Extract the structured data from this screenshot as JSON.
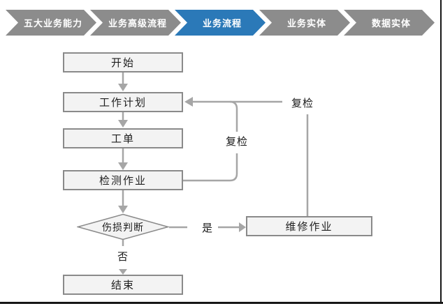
{
  "breadcrumb": {
    "active_color": "#2b79b8",
    "inactive_color": "#8c8c8c",
    "items": [
      {
        "label": "五大业务能力",
        "active": false
      },
      {
        "label": "业务高级流程",
        "active": false
      },
      {
        "label": "业务流程",
        "active": true
      },
      {
        "label": "业务实体",
        "active": false
      },
      {
        "label": "数据实体",
        "active": false
      }
    ]
  },
  "flowchart": {
    "nodes": [
      {
        "id": "start",
        "label": "开始",
        "type": "process"
      },
      {
        "id": "plan",
        "label": "工作计划",
        "type": "process"
      },
      {
        "id": "order",
        "label": "工单",
        "type": "process"
      },
      {
        "id": "inspect",
        "label": "检测作业",
        "type": "process"
      },
      {
        "id": "judge",
        "label": "伤损判断",
        "type": "decision"
      },
      {
        "id": "repair",
        "label": "维修作业",
        "type": "process"
      },
      {
        "id": "end",
        "label": "结束",
        "type": "process"
      }
    ],
    "edge_labels": {
      "recheck_inner": "复检",
      "recheck_right": "复检",
      "yes": "是",
      "no": "否"
    },
    "colors": {
      "node_fill": "#f3f3f3",
      "node_border": "#8a8a8a",
      "connector": "#a6a6a6",
      "text": "#1f1f1f"
    }
  }
}
